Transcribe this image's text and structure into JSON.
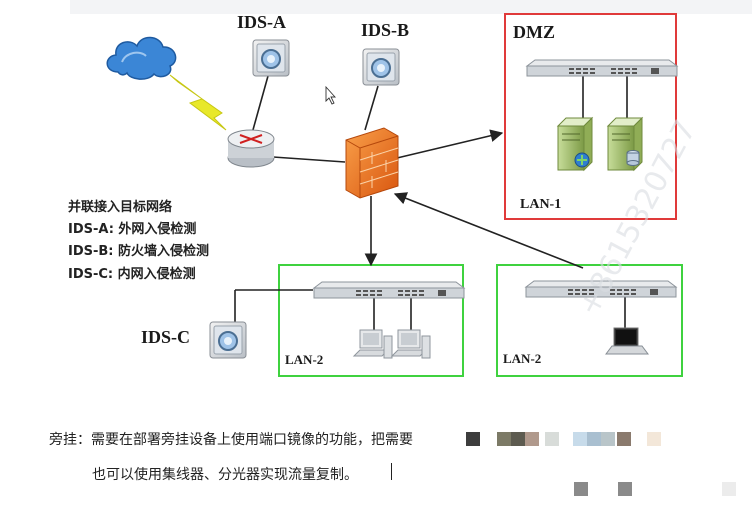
{
  "labels": {
    "ids_a": "IDS-A",
    "ids_b": "IDS-B",
    "ids_c": "IDS-C",
    "dmz": "DMZ",
    "lan1": "LAN-1",
    "lan2_left": "LAN-2",
    "lan2_right": "LAN-2"
  },
  "notes": [
    "并联接入目标网络",
    "IDS-A: 外网入侵检测",
    "IDS-B: 防火墙入侵检测",
    "IDS-C: 内网入侵检测"
  ],
  "caption": {
    "line1": "旁挂：需要在部署旁挂设备上使用端口镜像的功能，把需要",
    "line2": "也可以使用集线器、分光器实现流量复制。"
  },
  "colors": {
    "dmz_border": "#e03a3a",
    "lan_border": "#3fd23f",
    "line": "#222222",
    "firewall": "#f07a1a",
    "lightning": "#e8e82a",
    "cloud": "#2a7bd0"
  },
  "icons": [
    "cloud-icon",
    "router-icon",
    "firewall-icon",
    "switch-icon",
    "server-icon",
    "pc-icon",
    "laptop-icon",
    "ids-sensor-icon",
    "lightning-icon",
    "mouse-cursor-icon"
  ]
}
